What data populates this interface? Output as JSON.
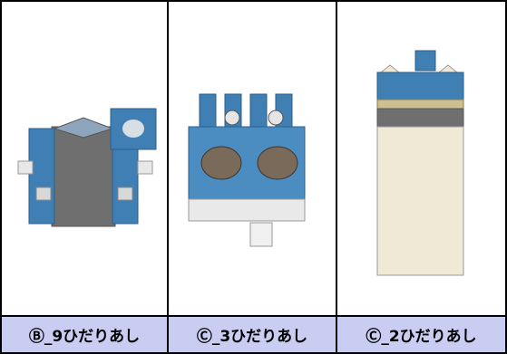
{
  "cells": [
    {
      "caption": "Ⓑ_9ひだりあし"
    },
    {
      "caption": "Ⓒ_3ひだりあし"
    },
    {
      "caption": "Ⓒ_2ひだりあし"
    }
  ],
  "colors": {
    "label_bg": "#c9cdf2",
    "border": "#000000",
    "part_blue": "#3f7fb3",
    "part_gray": "#6f6f6f",
    "paper": "#efe9d6"
  }
}
